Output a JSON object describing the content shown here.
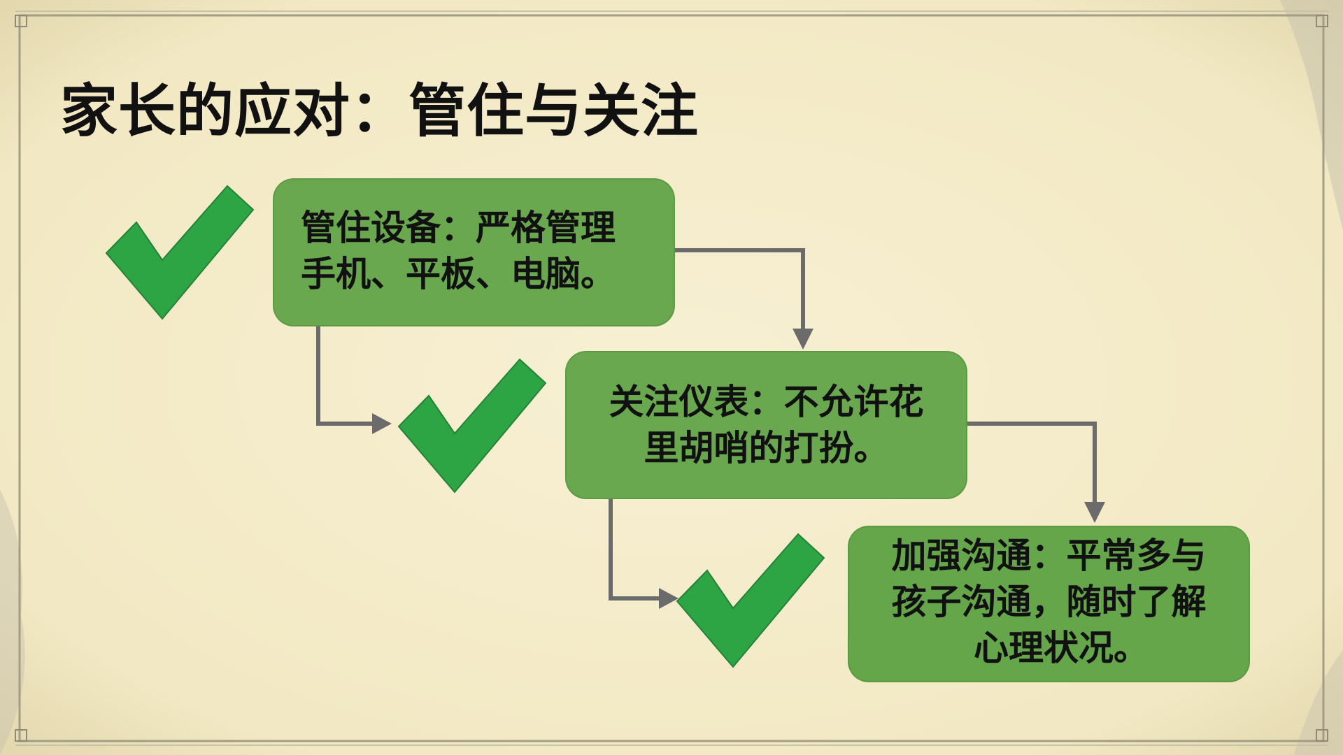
{
  "slide": {
    "title": "家长的应对：管住与关注"
  },
  "steps": [
    {
      "line1": "管住设备：严格管理",
      "line2": "手机、平板、电脑。",
      "line3": ""
    },
    {
      "line1": "关注仪表：不允许花",
      "line2": "里胡哨的打扮。",
      "line3": ""
    },
    {
      "line1": "加强沟通：平常多与",
      "line2": "孩子沟通，随时了解",
      "line3": "心理状况。"
    }
  ],
  "colors": {
    "background": "#f5edcc",
    "box": "#6aa84f",
    "check": "#2ea544",
    "connector": "#6b6b6b",
    "text": "#111111"
  },
  "icons": [
    "check-icon",
    "arrow-down-icon",
    "arrow-right-icon"
  ]
}
